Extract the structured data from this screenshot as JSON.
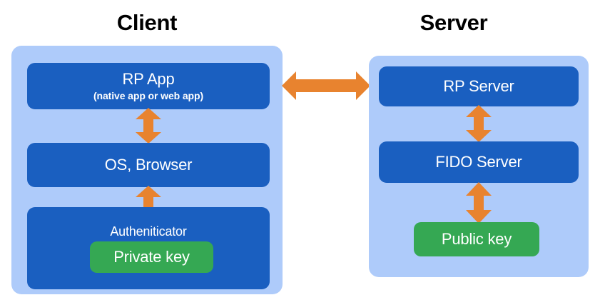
{
  "diagram": {
    "type": "architecture-flow",
    "background_color": "#FFFFFF",
    "colors": {
      "panel": "#AECBFA",
      "box": "#1A5FC0",
      "key": "#35A853",
      "arrow": "#E8832F",
      "title_text": "#000000",
      "box_text": "#FFFFFF"
    },
    "columns": [
      {
        "title": "Client",
        "boxes": [
          {
            "label": "RP App",
            "sublabel": "(native app or web app)"
          },
          {
            "label": "OS, Browser"
          },
          {
            "label": "Autheniticator",
            "key": "Private key"
          }
        ]
      },
      {
        "title": "Server",
        "boxes": [
          {
            "label": "RP Server"
          },
          {
            "label": "FIDO Server"
          },
          {
            "key": "Public key"
          }
        ]
      }
    ],
    "connectors": [
      {
        "name": "rp-app-to-os-browser",
        "direction": "bidirectional",
        "orientation": "vertical"
      },
      {
        "name": "os-browser-to-authenticator",
        "direction": "bidirectional",
        "orientation": "vertical"
      },
      {
        "name": "rp-server-to-fido-server",
        "direction": "bidirectional",
        "orientation": "vertical"
      },
      {
        "name": "fido-server-to-public-key",
        "direction": "bidirectional",
        "orientation": "vertical"
      },
      {
        "name": "rp-app-to-rp-server",
        "direction": "bidirectional",
        "orientation": "horizontal"
      }
    ]
  },
  "titles": {
    "client": "Client",
    "server": "Server"
  },
  "client": {
    "rp_app": {
      "label": "RP App",
      "sublabel": "(native app or web app)"
    },
    "os_browser": {
      "label": "OS, Browser"
    },
    "authenticator": {
      "label": "Autheniticator",
      "private_key": "Private key"
    }
  },
  "server": {
    "rp_server": {
      "label": "RP Server"
    },
    "fido_server": {
      "label": "FIDO Server"
    },
    "public_key": {
      "label": "Public key"
    }
  }
}
